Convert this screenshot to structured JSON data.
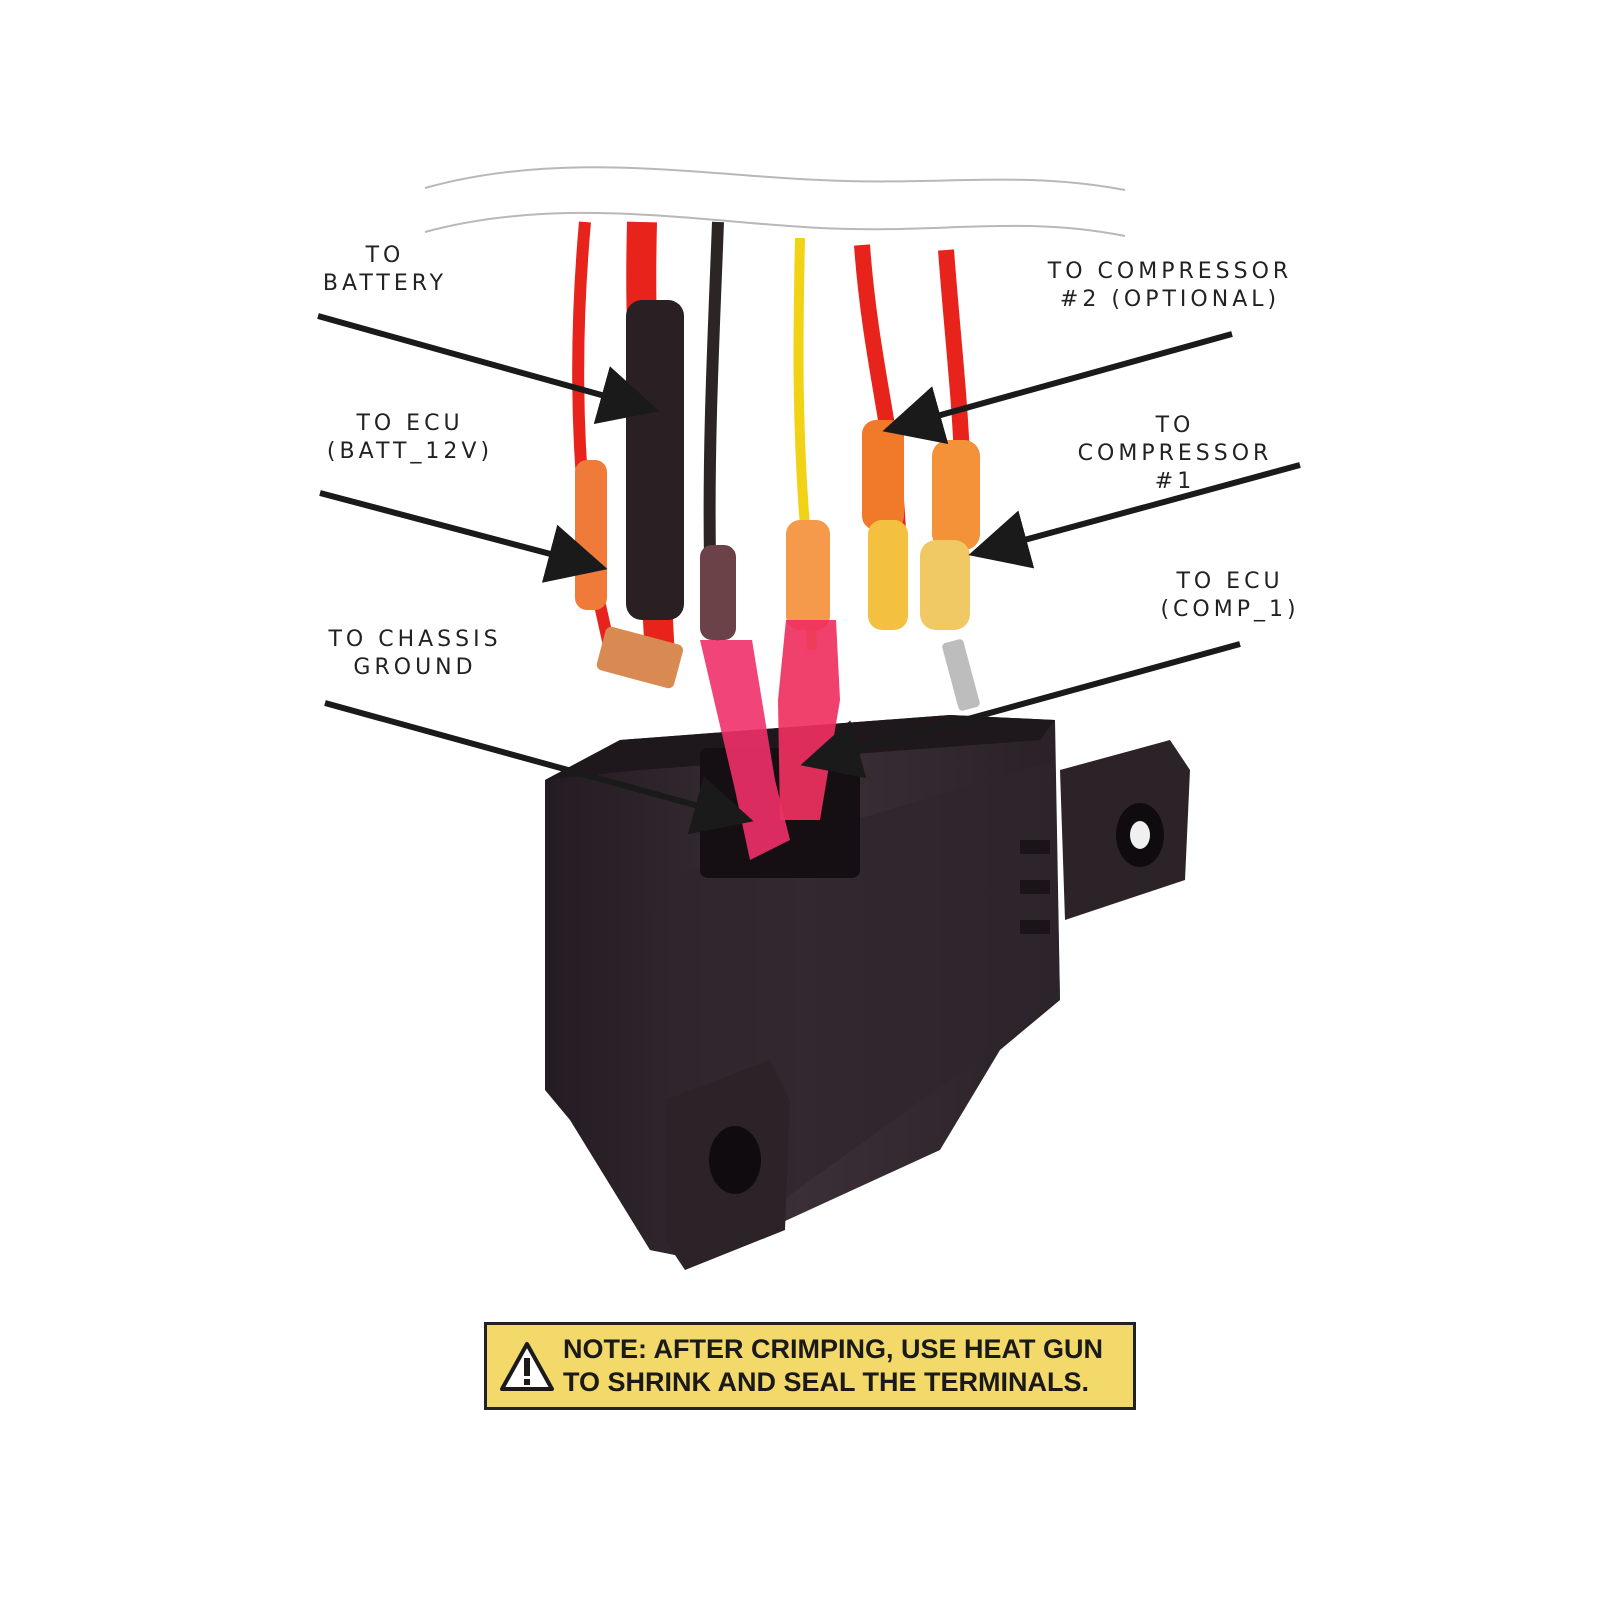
{
  "labels": {
    "battery": [
      "TO",
      "BATTERY"
    ],
    "ecu_batt": [
      "TO ECU",
      "(BATT_12V)"
    ],
    "chassis": [
      "TO CHASSIS",
      "GROUND"
    ],
    "comp2": [
      "TO COMPRESSOR",
      "#2 (OPTIONAL)"
    ],
    "comp1": [
      "TO",
      "COMPRESSOR",
      "#1"
    ],
    "ecu_comp": [
      "TO ECU",
      "(COMP_1)"
    ]
  },
  "note": {
    "line1": "NOTE:  AFTER CRIMPING, USE HEAT GUN",
    "line2": "TO SHRINK AND SEAL THE TERMINALS.",
    "icon": "warning-triangle-icon",
    "background": "#f3d86a"
  },
  "colors": {
    "relay_body": "#2a2228",
    "wire_red": "#e8231c",
    "wire_yellow": "#f2d214",
    "wire_black": "#2b2526",
    "terminal_orange": "#f08a2a",
    "terminal_pink": "#f0306a",
    "arrow": "#1a1a1a"
  }
}
